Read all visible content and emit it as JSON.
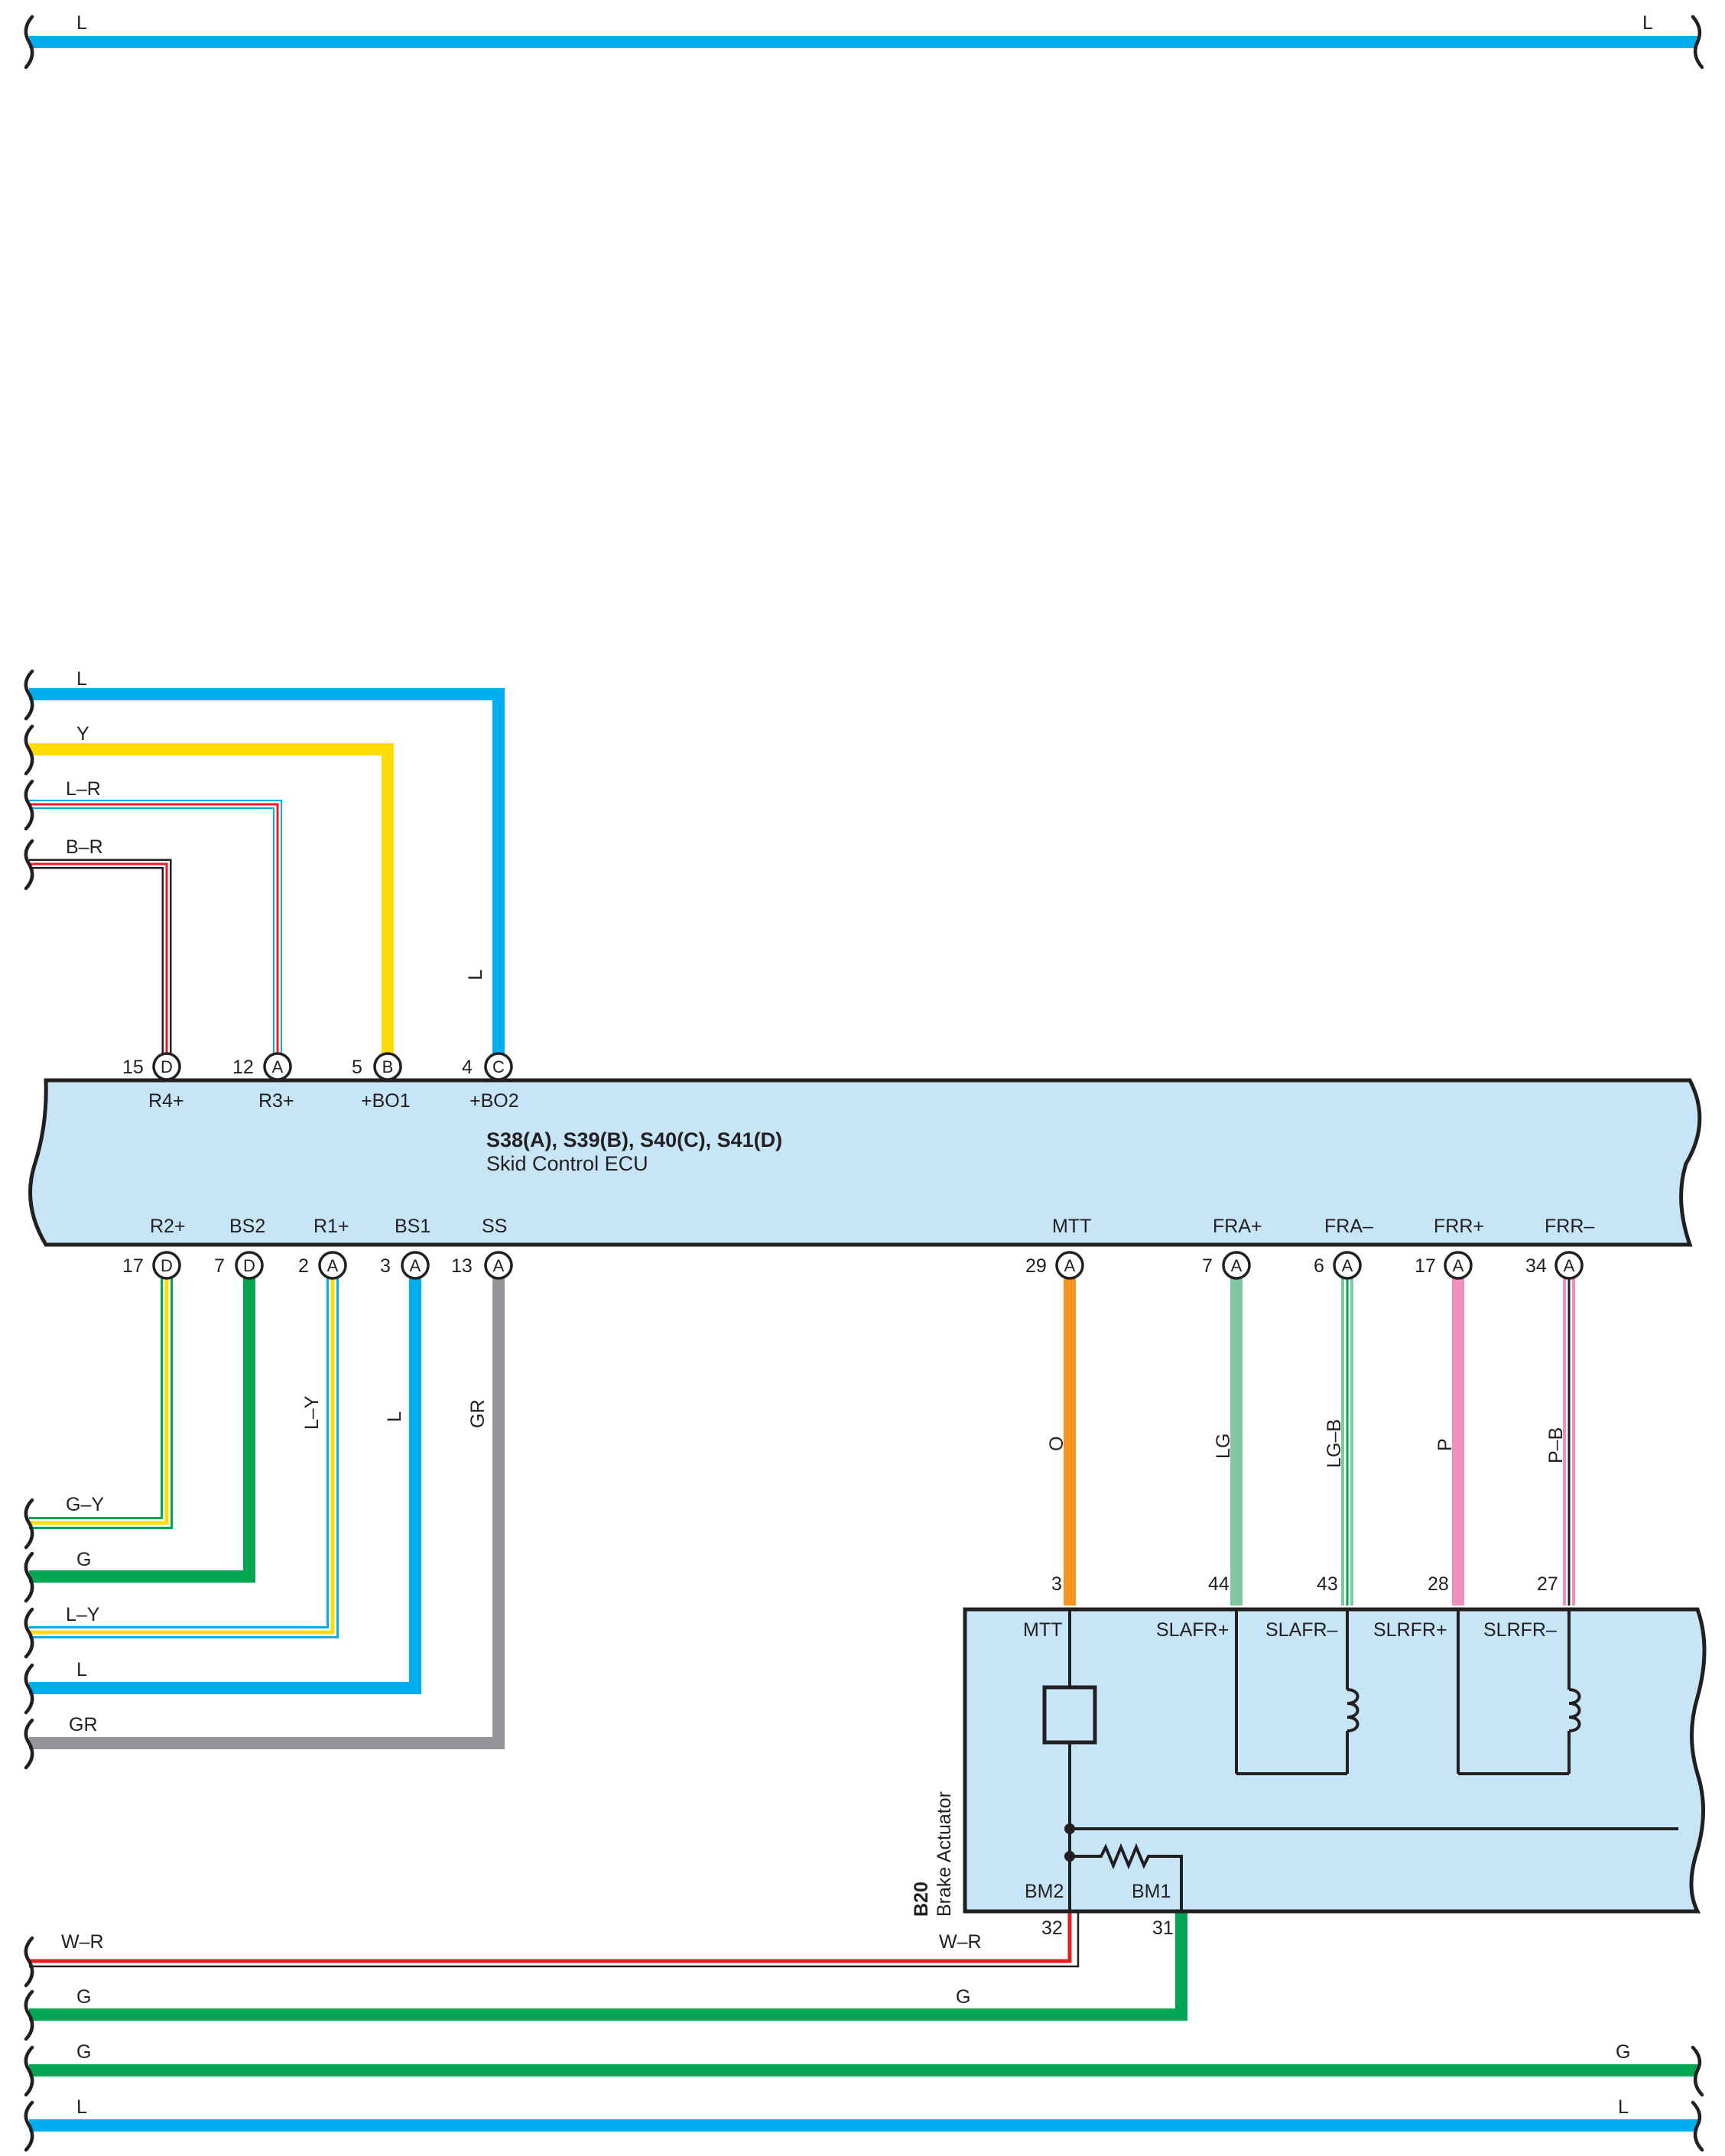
{
  "wire_colors": {
    "L": "#00aeef",
    "Y": "#ffdd00",
    "G": "#00a651",
    "LG": "#80c9a0",
    "O": "#f7941d",
    "P": "#f08ec0",
    "GR": "#939598",
    "R": "#ed1c24",
    "B": "#231f20",
    "W": "#ffffff",
    "box": "#c6e6f8"
  },
  "top_wire": {
    "left": "L",
    "right": "L"
  },
  "ecu": {
    "title": "S38(A), S39(B), S40(C), S41(D)",
    "subtitle": "Skid Control ECU",
    "top_pins": [
      {
        "num": "15",
        "conn": "D",
        "term": "R4+"
      },
      {
        "num": "12",
        "conn": "A",
        "term": "R3+"
      },
      {
        "num": "5",
        "conn": "B",
        "term": "+BO1"
      },
      {
        "num": "4",
        "conn": "C",
        "term": "+BO2"
      }
    ],
    "bottom_pins": [
      {
        "num": "17",
        "conn": "D",
        "term": "R2+"
      },
      {
        "num": "7",
        "conn": "D",
        "term": "BS2"
      },
      {
        "num": "2",
        "conn": "A",
        "term": "R1+"
      },
      {
        "num": "3",
        "conn": "A",
        "term": "BS1"
      },
      {
        "num": "13",
        "conn": "A",
        "term": "SS"
      },
      {
        "num": "29",
        "conn": "A",
        "term": "MTT"
      },
      {
        "num": "7",
        "conn": "A",
        "term": "FRA+"
      },
      {
        "num": "6",
        "conn": "A",
        "term": "FRA–"
      },
      {
        "num": "17",
        "conn": "A",
        "term": "FRR+"
      },
      {
        "num": "34",
        "conn": "A",
        "term": "FRR–"
      }
    ]
  },
  "upper_wire_labels": [
    "L",
    "Y",
    "L–R",
    "B–R"
  ],
  "upper_vertical_label": "L",
  "lower_wire_labels": [
    "G–Y",
    "G",
    "L–Y",
    "L",
    "GR"
  ],
  "lower_vertical_labels": [
    "L–Y",
    "L",
    "GR"
  ],
  "actuator": {
    "code": "B20",
    "name": "Brake Actuator",
    "wire_labels": [
      "O",
      "LG",
      "LG–B",
      "P",
      "P–B"
    ],
    "pins": [
      {
        "num": "3",
        "term": "MTT"
      },
      {
        "num": "44",
        "term": "SLAFR+"
      },
      {
        "num": "43",
        "term": "SLAFR–"
      },
      {
        "num": "28",
        "term": "SLRFR+"
      },
      {
        "num": "27",
        "term": "SLRFR–"
      }
    ],
    "ground_pins": [
      {
        "num": "32",
        "term": "BM2"
      },
      {
        "num": "31",
        "term": "BM1"
      }
    ]
  },
  "bottom_wires": {
    "wr_left": "W–R",
    "wr_mid": "W–R",
    "g1_left": "G",
    "g1_mid": "G",
    "g2_left": "G",
    "g2_right": "G",
    "l_left": "L",
    "l_right": "L"
  }
}
